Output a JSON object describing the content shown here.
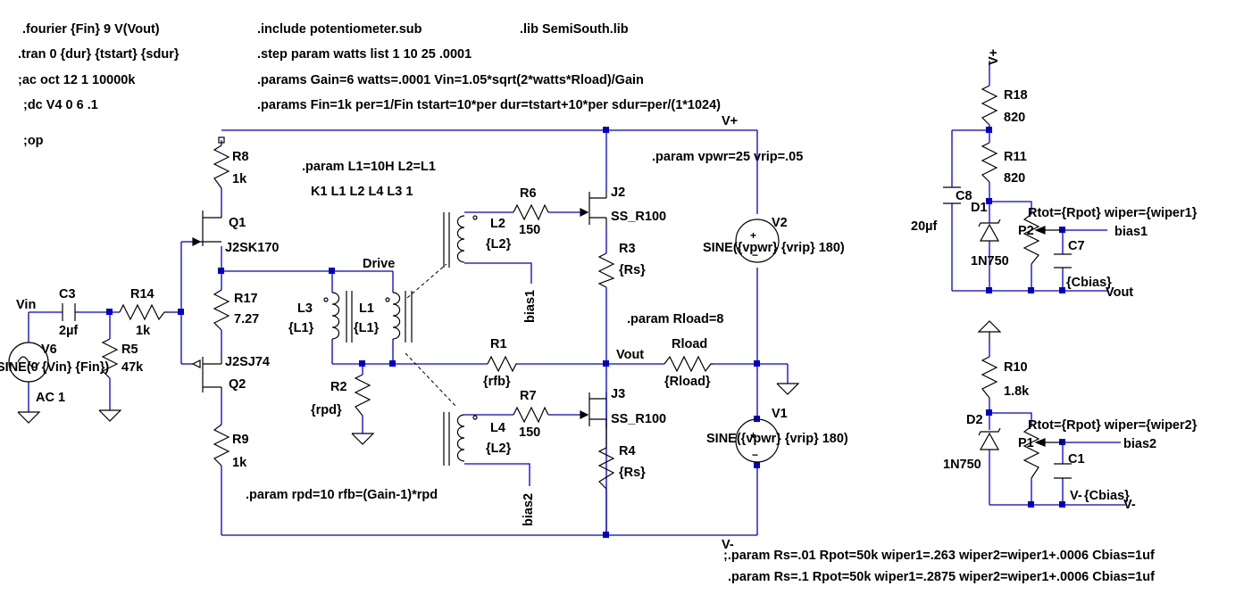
{
  "directives": {
    "fourier": ".fourier {Fin} 9 V(Vout)",
    "tran": ".tran 0 {dur} {tstart} {sdur}",
    "ac": ";ac oct 12 1 10000k",
    "dc": ";dc V4 0 6 .1",
    "op": ";op",
    "include": ".include potentiometer.sub",
    "lib": ".lib SemiSouth.lib",
    "step": ".step param watts list 1  10   25 .0001",
    "params1": ".params Gain=6 watts=.0001 Vin=1.05*sqrt(2*watts*Rload)/Gain",
    "params2": ".params Fin=1k per=1/Fin tstart=10*per dur=tstart+10*per sdur=per/(1*1024)",
    "coupling_l": ".param L1=10H L2=L1",
    "coupling_k": "K1 L1 L2 L4  L3 1",
    "vpwr": ".param vpwr=25 vrip=.05",
    "rload": ".param Rload=8",
    "rpd": ".param rpd=10 rfb=(Gain-1)*rpd",
    "rs_alt": ";.param Rs=.01 Rpot=50k wiper1=.263 wiper2=wiper1+.0006 Cbias=1uf",
    "rs_main": ".param Rs=.1 Rpot=50k wiper1=.2875 wiper2=wiper1+.0006 Cbias=1uf"
  },
  "nets": {
    "vplus_top": "V+",
    "vplus_right": "V+",
    "vminus_bottom": "V-",
    "vminus_right": "V-",
    "vminus_c1": "V-",
    "vin": "Vin",
    "vout": "Vout",
    "vout_right": "Vout",
    "drive": "Drive",
    "bias1": "bias1",
    "bias1_right": "bias1",
    "bias2": "bias2",
    "bias2_right": "bias2"
  },
  "components": {
    "C3": {
      "name": "C3",
      "value": "2µf"
    },
    "R14": {
      "name": "R14",
      "value": "1k"
    },
    "R5": {
      "name": "R5",
      "value": "47k"
    },
    "V6": {
      "name": "V6",
      "value": "SINE(0 {Vin} {Fin})",
      "ac": "AC 1"
    },
    "R8": {
      "name": "R8",
      "value": "1k"
    },
    "Q1": {
      "name": "Q1",
      "value": "J2SK170"
    },
    "R17": {
      "name": "R17",
      "value": "7.27"
    },
    "Q2": {
      "name": "Q2",
      "value": "J2SJ74"
    },
    "R9": {
      "name": "R9",
      "value": "1k"
    },
    "L3": {
      "name": "L3",
      "value": "{L1}"
    },
    "L1": {
      "name": "L1",
      "value": "{L1}"
    },
    "R2": {
      "name": "R2",
      "value": "{rpd}"
    },
    "L2": {
      "name": "L2",
      "value": "{L2}"
    },
    "L4": {
      "name": "L4",
      "value": "{L2}"
    },
    "R6": {
      "name": "R6",
      "value": "150"
    },
    "R7": {
      "name": "R7",
      "value": "150"
    },
    "J2": {
      "name": "J2",
      "value": "SS_R100"
    },
    "J3": {
      "name": "J3",
      "value": "SS_R100"
    },
    "R3": {
      "name": "R3",
      "value": "{Rs}"
    },
    "R4": {
      "name": "R4",
      "value": "{Rs}"
    },
    "R1": {
      "name": "R1",
      "value": "{rfb}"
    },
    "RL": {
      "name": "Rload",
      "value": "{Rload}"
    },
    "V2": {
      "name": "V2",
      "value": "SINE({vpwr} {vrip} 180)"
    },
    "V1": {
      "name": "V1",
      "value": "SINE({vpwr} {vrip} 180)"
    },
    "R18": {
      "name": "R18",
      "value": "820"
    },
    "R11": {
      "name": "R11",
      "value": "820"
    },
    "C8": {
      "name": "C8",
      "value": "20µf"
    },
    "D1": {
      "name": "D1",
      "value": "1N750"
    },
    "P2": {
      "name": "P2",
      "value": "Rtot={Rpot} wiper={wiper1}"
    },
    "C7": {
      "name": "C7",
      "value": "{Cbias}"
    },
    "R10": {
      "name": "R10",
      "value": "1.8k"
    },
    "D2": {
      "name": "D2",
      "value": "1N750"
    },
    "P1": {
      "name": "P1",
      "value": "Rtot={Rpot} wiper={wiper2}"
    },
    "C1": {
      "name": "C1",
      "value": "{Cbias}"
    }
  }
}
